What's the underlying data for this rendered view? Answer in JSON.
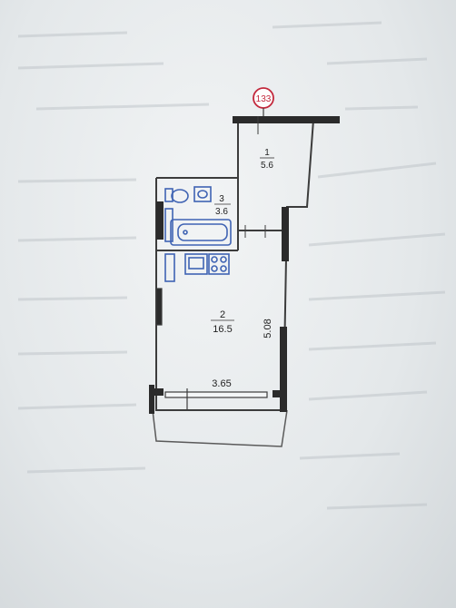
{
  "plan": {
    "marker": "133",
    "rooms": [
      {
        "number": "1",
        "area": "5.6"
      },
      {
        "number": "3",
        "area": "3.6"
      },
      {
        "number": "2",
        "area": "16.5"
      }
    ],
    "dimensions": {
      "height": "5.08",
      "width": "3.65"
    }
  },
  "colors": {
    "wall": "#2b2b2b",
    "fixture_blue": "#3f63b3",
    "marker_red": "#c3283c"
  }
}
